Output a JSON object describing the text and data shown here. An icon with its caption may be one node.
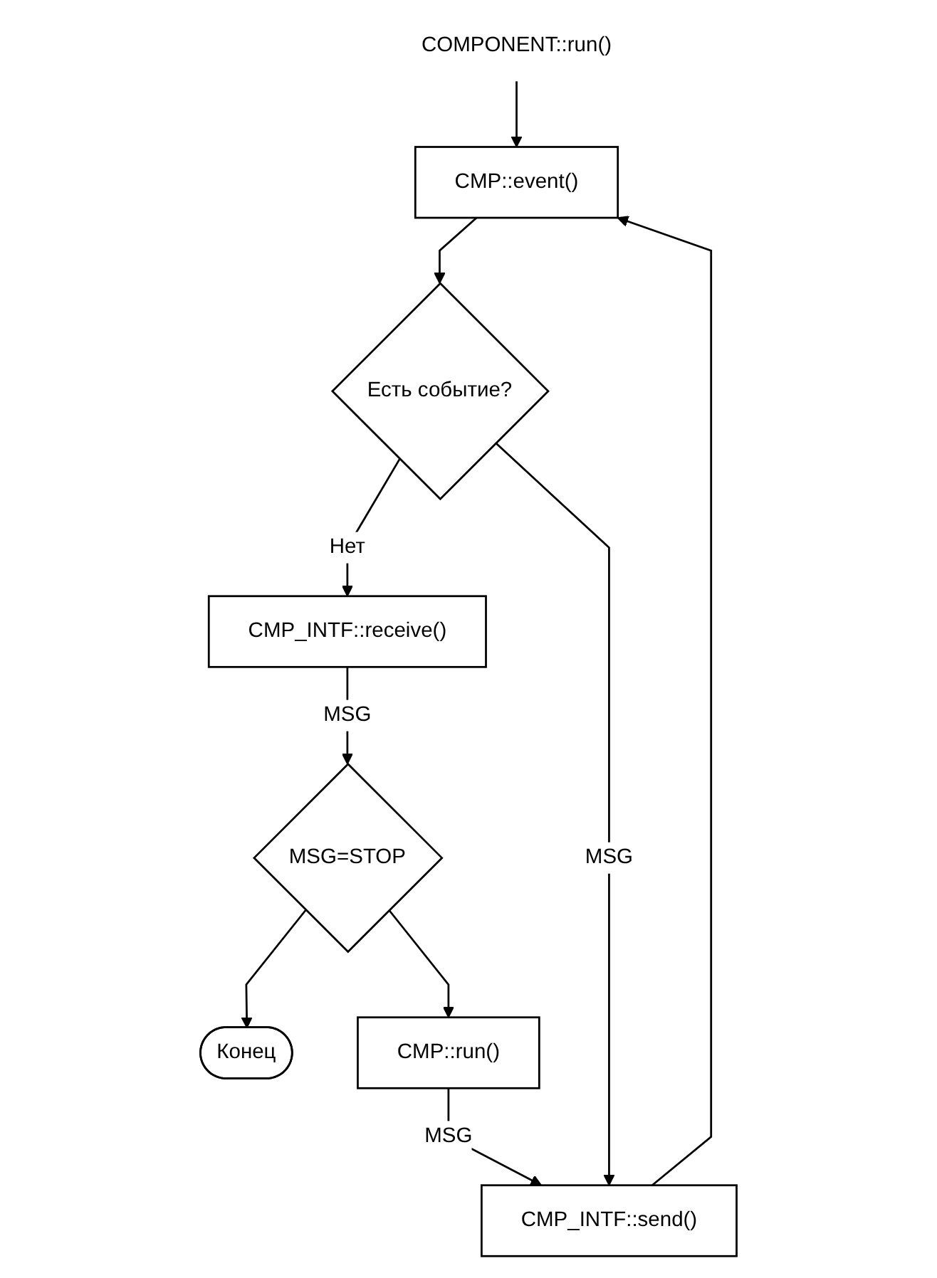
{
  "diagram": {
    "nodes": [
      {
        "text": [
          "COMPONENT::run()"
        ]
      },
      {
        "text": [
          "CMP::event()"
        ]
      },
      {
        "text": [
          "Есть событие?"
        ]
      },
      {
        "text": [
          "CMP_INTF::receive()"
        ]
      },
      {
        "text": [
          "MSG=STOP"
        ]
      },
      {
        "text": [
          "Конец"
        ]
      },
      {
        "text": [
          "CMP::run()"
        ]
      },
      {
        "text": [
          "CMP_INTF::send()"
        ]
      }
    ],
    "edges": [
      {
        "from": 0,
        "to": 1,
        "arrow": "to"
      },
      {
        "from": 1,
        "to": 2,
        "arrow": "to"
      },
      {
        "from": 2,
        "to": 3,
        "arrow": "to",
        "label": "Нет"
      },
      {
        "from": 2,
        "to": 7,
        "arrow": "to",
        "label": "MSG"
      },
      {
        "from": 3,
        "to": 4,
        "arrow": "to",
        "label": "MSG"
      },
      {
        "from": 4,
        "to": 5,
        "arrow": "to"
      },
      {
        "from": 4,
        "to": 6,
        "arrow": "to"
      },
      {
        "from": 6,
        "to": 7,
        "arrow": "to",
        "label": "MSG"
      },
      {
        "from": 7,
        "to": 1,
        "arrow": "to"
      }
    ]
  }
}
